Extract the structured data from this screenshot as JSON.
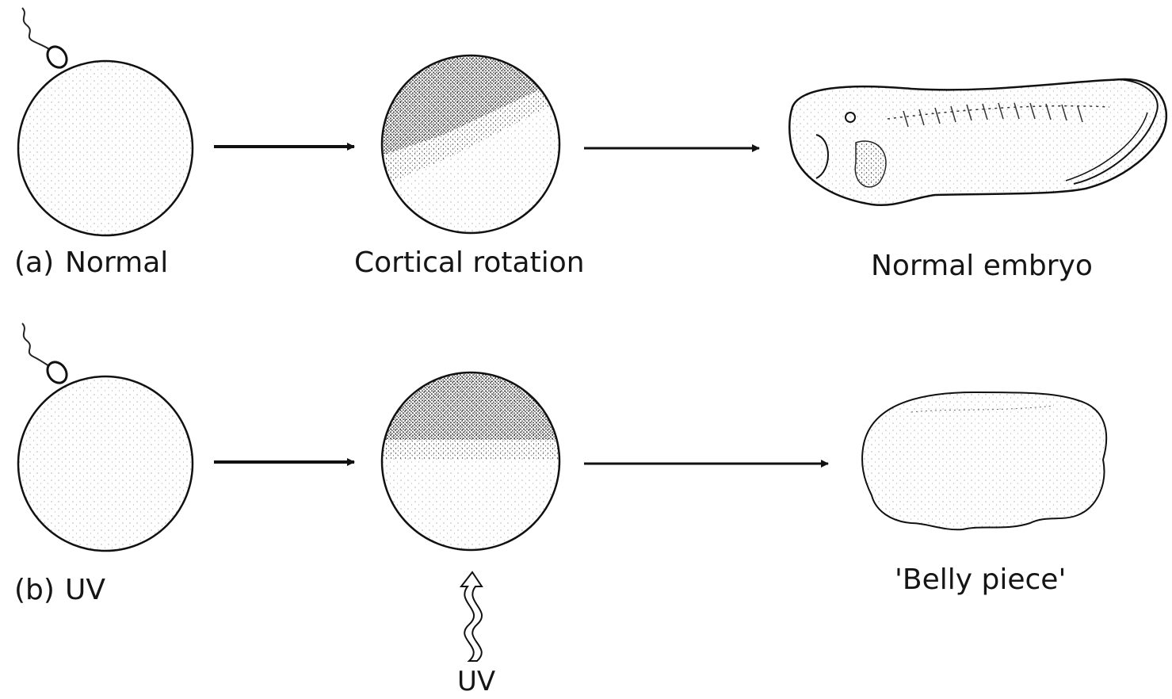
{
  "panel_a": {
    "tag": "(a)",
    "condition": "Normal",
    "stage2": "Cortical rotation",
    "outcome": "Normal embryo"
  },
  "panel_b": {
    "tag": "(b)",
    "condition": "UV",
    "outcome": "'Belly piece'",
    "irradiation": "UV"
  },
  "colors": {
    "ink": "#151515",
    "background": "#ffffff"
  },
  "icons": [
    "sperm-icon",
    "egg-icon",
    "arrow-icon",
    "tadpole-embryo-icon",
    "belly-piece-icon",
    "uv-wave-icon"
  ]
}
